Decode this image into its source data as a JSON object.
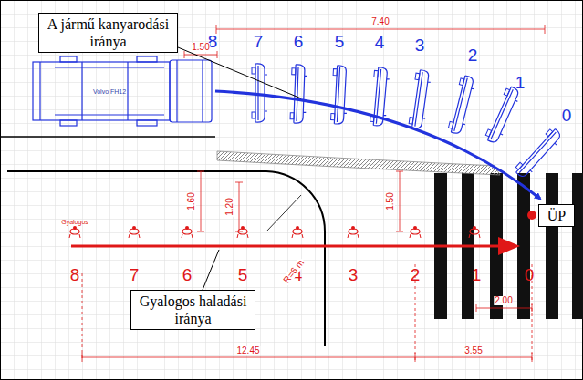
{
  "diagram": {
    "nodes": [
      {
        "text": [
          "A jármű kanyarodási iránya"
        ]
      },
      {
        "text": [
          "Gyalogos haladási iránya"
        ]
      },
      {
        "text": [
          "ÜP"
        ]
      }
    ],
    "labels": [
      "8",
      "7",
      "6",
      "5",
      "4",
      "3",
      "2",
      "1",
      "0",
      "8",
      "7",
      "6",
      "5",
      "4",
      "3",
      "2",
      "1",
      "0",
      "7.40",
      "1.50",
      "1.60",
      "1.20",
      "1.50",
      "2.00",
      "12.45",
      "3.55",
      "R=6 m",
      "Volvo FH12",
      "Gyalogos"
    ]
  }
}
